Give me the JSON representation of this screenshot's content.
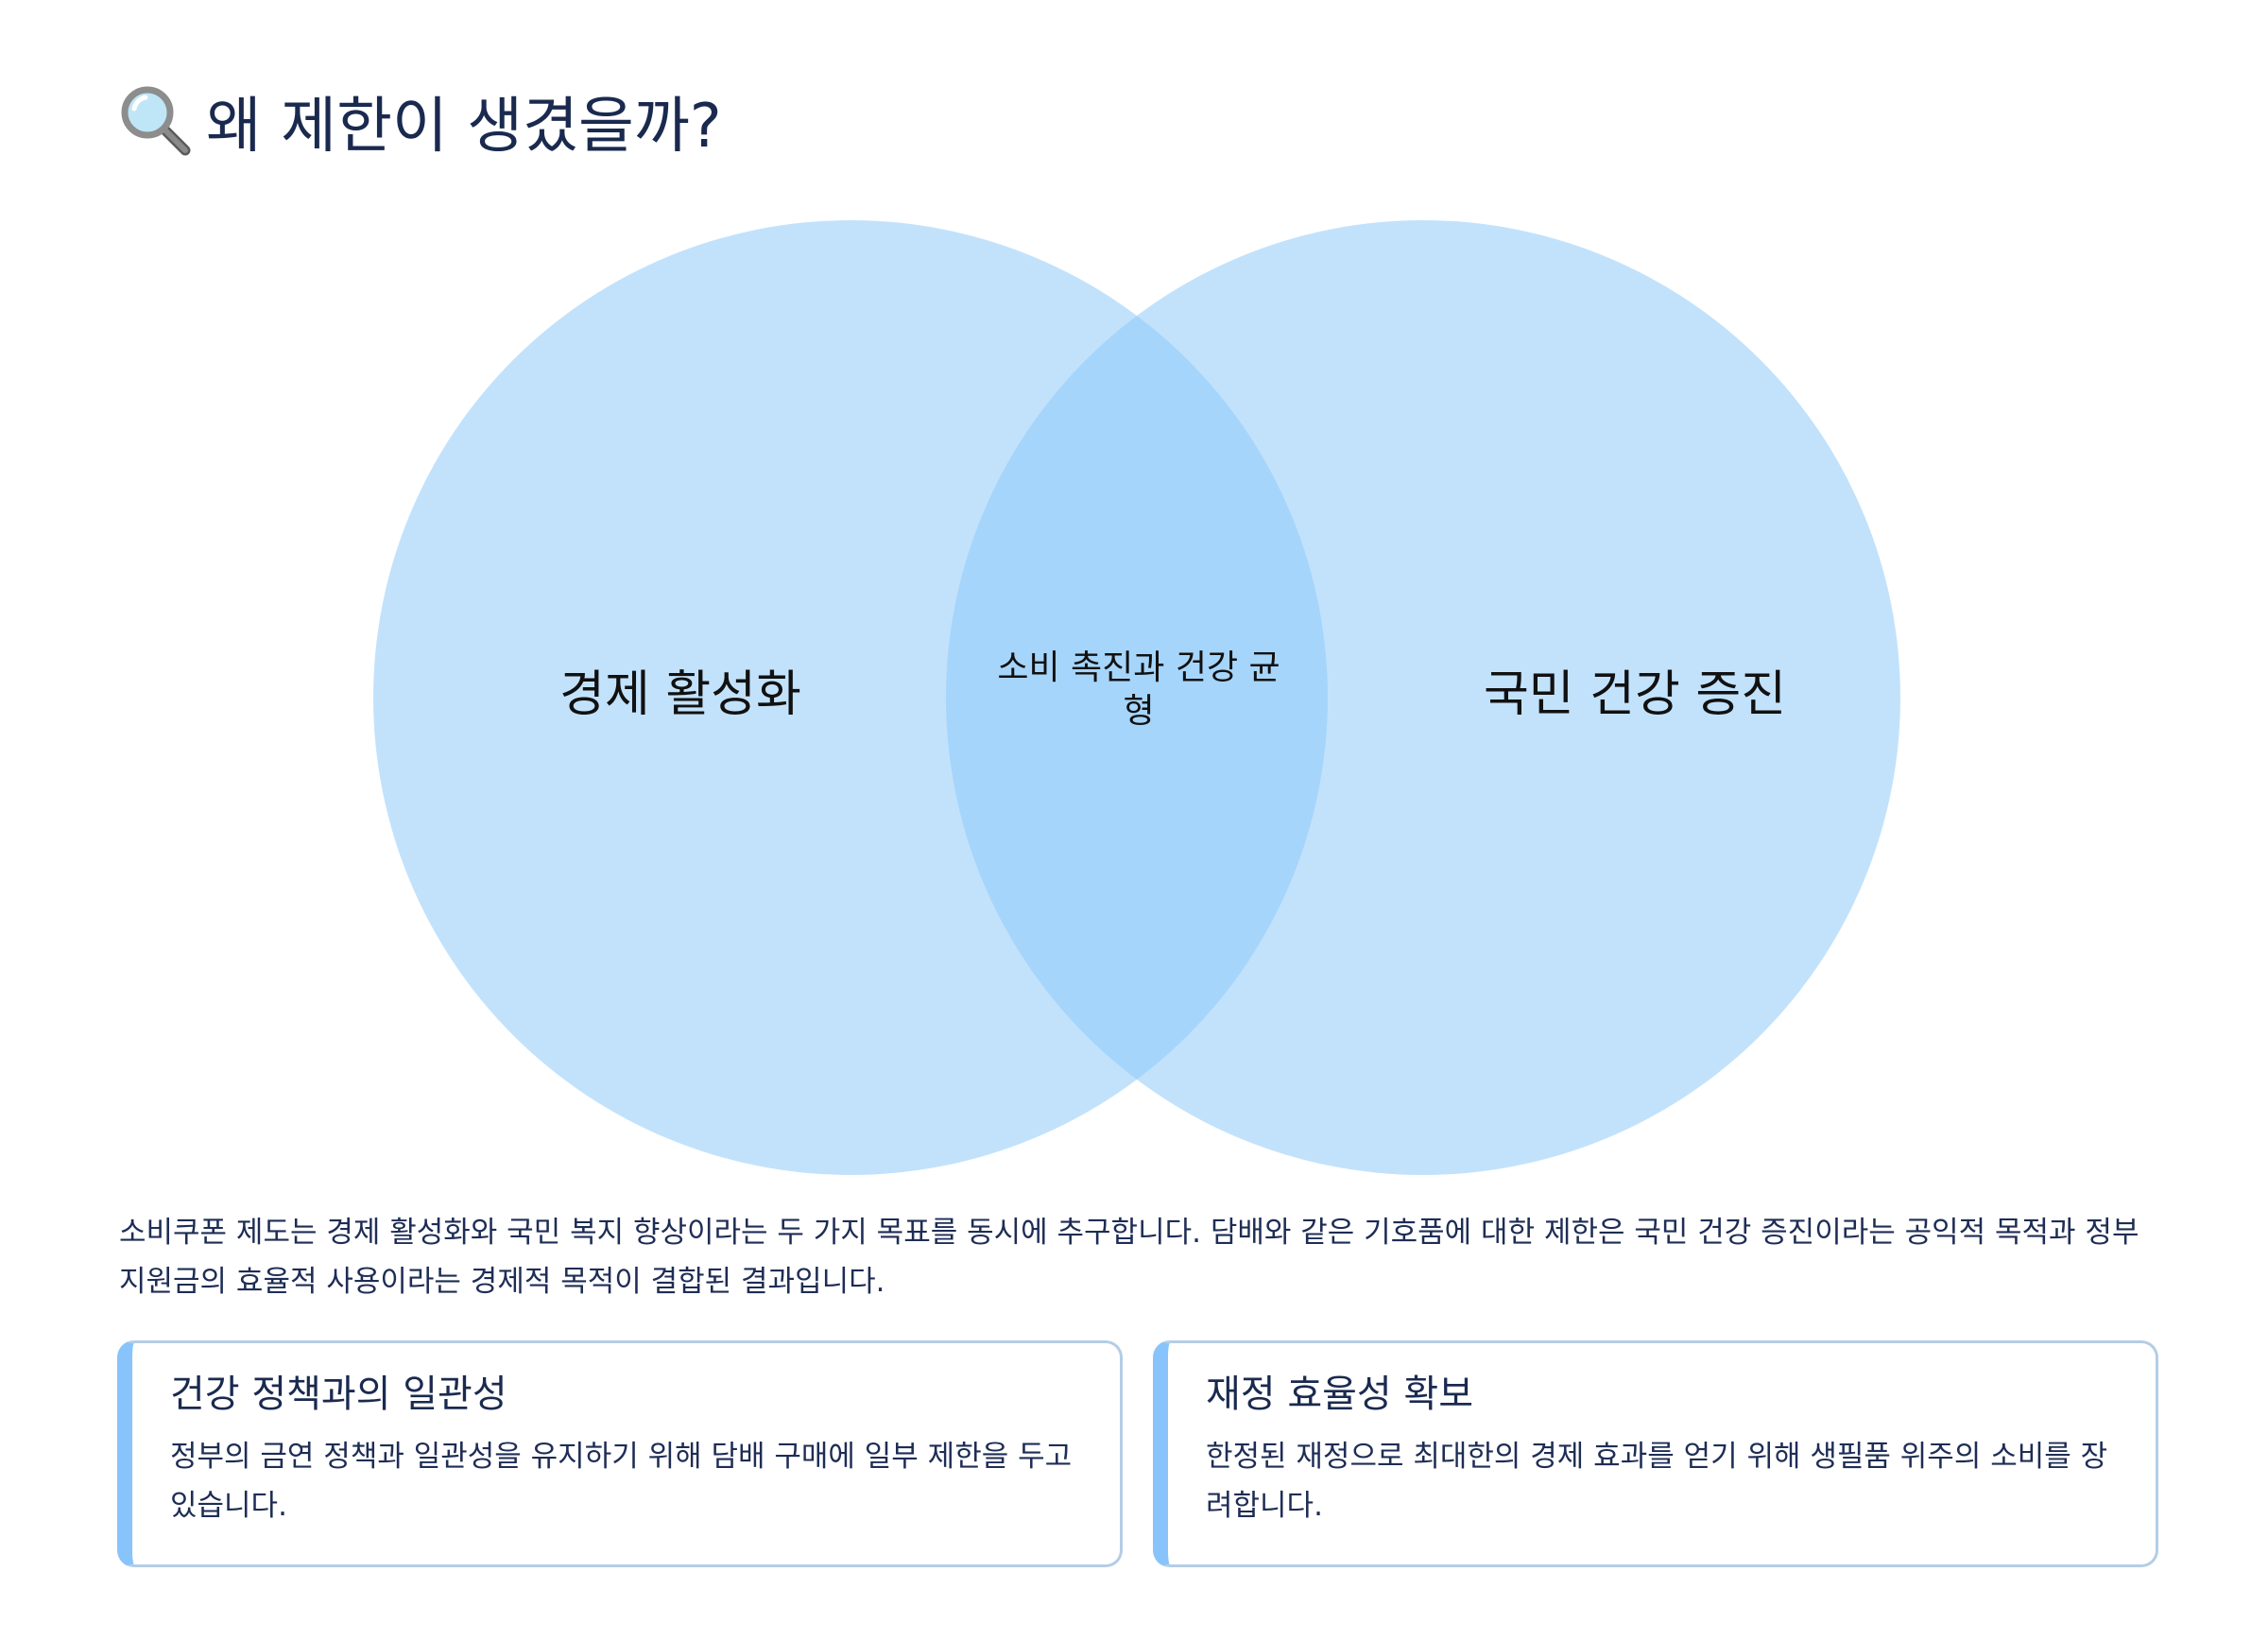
{
  "page": {
    "title": "왜 제한이 생겼을까?",
    "title_icon": "magnifying-glass-icon"
  },
  "venn": {
    "left_label": "경제 활성화",
    "right_label": "국민 건강 증진",
    "center_label": "소비 촉진과 건강 균형",
    "colors": {
      "circle_fill": "#90caf9",
      "overlap_fill": "#a3d1f9",
      "text": "#111111"
    }
  },
  "description": "소비쿠폰 제도는 경제 활성화와 국민 복지 향상이라는 두 가지 목표를 동시에 추구합니다. 담배와 같은 기호품에 대한 제한은 국민 건강 증진이라는 공익적 목적과 정부 지원금의 효율적 사용이라는 경제적 목적이 결합된 결과입니다.",
  "cards": [
    {
      "title": "건강 정책과의 일관성",
      "text": "정부의 금연 정책과 일관성을 유지하기 위해 담배 구매에 일부 제한을 두고 있습니다."
    },
    {
      "title": "재정 효율성 확보",
      "text": "한정된 재정으로 최대한의 경제 효과를 얻기 위해 생필품 위주의 소비를 장려합니다."
    }
  ],
  "colors": {
    "heading": "#1a2a4f",
    "card_accent": "#88c4fb",
    "card_border": "#b4cde6"
  }
}
